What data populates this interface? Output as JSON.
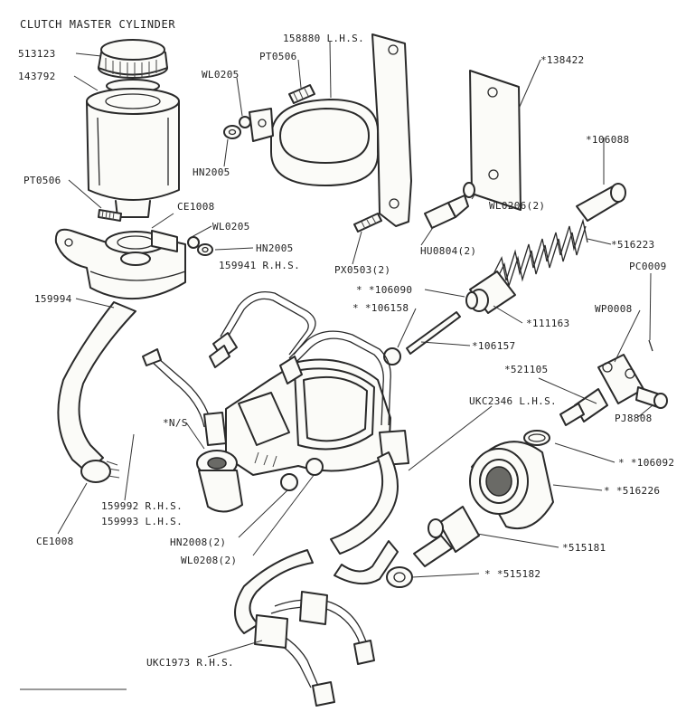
{
  "title": "CLUTCH MASTER CYLINDER",
  "labels": {
    "l513123": "513123",
    "l143792": "143792",
    "l158880": "158880 L.H.S.",
    "lPT0506a": "PT0506",
    "lWL0205a": "WL0205",
    "l138422": "*138422",
    "l106088": "*106088",
    "lHN2005a": "HN2005",
    "lPT0506b": "PT0506",
    "lCE1008a": "CE1008",
    "lWL0205b": "WL0205",
    "lHN2005b": "HN2005",
    "l159941": "159941 R.H.S.",
    "lWL0206": "WL0206(2)",
    "lHU0804": "HU0804(2)",
    "l516223": "*516223",
    "lPX0503": "PX0503(2)",
    "lPC0009": "PC0009",
    "l159994": "159994",
    "l106090": "* *106090",
    "l106158": "* *106158",
    "l111163": "*111163",
    "lWP0008": "WP0008",
    "l106157": "*106157",
    "l521105": "*521105",
    "lNS": "*N/S",
    "lUKC2346": "UKC2346 L.H.S.",
    "lPJ8808": "PJ8808",
    "l106092": "* *106092",
    "l159992": "159992 R.H.S.",
    "l159993": "159993 L.H.S.",
    "l516226": "* *516226",
    "lCE1008b": "CE1008",
    "lHN2008": "HN2008(2)",
    "l515181": "*515181",
    "lWL0208": "WL0208(2)",
    "l515182": "* *515182",
    "lUKC1973": "UKC1973 R.H.S."
  },
  "parts": [
    "reservoir-cap",
    "reservoir-body",
    "mounting-bracket-lhs",
    "mounting-plate",
    "spring",
    "push-rod",
    "clevis",
    "master-cylinder-body",
    "hose-159994",
    "pipe-159992",
    "pipe-ukc1973",
    "rubber-boot",
    "circlip",
    "piston",
    "seal",
    "clip-ce1008"
  ]
}
